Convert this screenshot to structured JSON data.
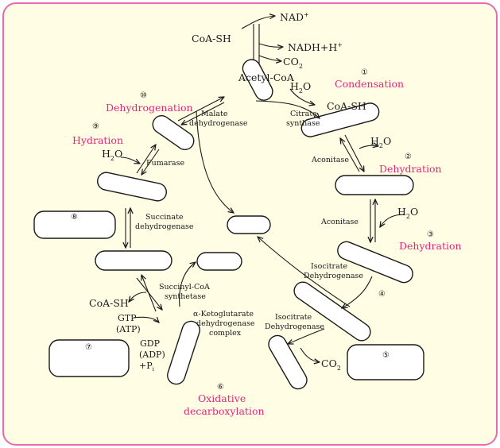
{
  "colors": {
    "frame_bg": "#fffde3",
    "frame_border": "#e86ab0",
    "step_text": "#e0267a",
    "ink": "#1a1a1a"
  },
  "labels": {
    "nad": "NAD",
    "nad_sup": "+",
    "nadh": "NADH+H",
    "nadh_sup": "+",
    "coash_top": "CoA-SH",
    "co2_top": "CO",
    "co2_top_sub": "2",
    "acetyl_coa": "Acetyl-CoA",
    "h2o_1": "H",
    "h2o_1_sub": "2",
    "h2o_1_o": "O",
    "coash_right": "CoA-SH",
    "citrate_synthase_1": "Citrate",
    "citrate_synthase_2": "synthase",
    "malate_dh_1": "Malate",
    "malate_dh_2": "dehydrogenase",
    "h2o_2": "H",
    "h2o_2_sub": "2",
    "h2o_2_o": "O",
    "aconitase_1": "Aconitase",
    "aconitase_2": "Aconitase",
    "h2o_3": "H",
    "h2o_3_sub": "2",
    "h2o_3_o": "O",
    "h2o_4": "H",
    "h2o_4_sub": "2",
    "h2o_4_o": "O",
    "fumarase": "Fumarase",
    "succinate_dh_1": "Succinate",
    "succinate_dh_2": "dehydrogenase",
    "succinyl_coa_synth_1": "Succinyl-CoA",
    "succinyl_coa_synth_2": "synthetase",
    "coash_left": "CoA-SH",
    "gtp": "GTP",
    "atp": "(ATP)",
    "gdp": "GDP",
    "adp": "(ADP)",
    "pi": "+P",
    "pi_sub": "i",
    "akg_dh_1": "α-Ketoglutarate",
    "akg_dh_2": "dehydrogenase",
    "akg_dh_3": "complex",
    "isocitrate_dh_a1": "Isocitrate",
    "isocitrate_dh_a2": "Dehydrogenase",
    "isocitrate_dh_b1": "Isocitrate",
    "isocitrate_dh_b2": "Dehydrogenase",
    "co2_bottom": "CO",
    "co2_bottom_sub": "2"
  },
  "steps": {
    "s1": {
      "number": "①",
      "name": "Condensation"
    },
    "s2": {
      "number": "②",
      "name": "Dehydration"
    },
    "s3": {
      "number": "③",
      "name": "Dehydration"
    },
    "s4": {
      "number": "④"
    },
    "s5": {
      "number": "⑤"
    },
    "s6": {
      "number": "⑥",
      "name_1": "Oxidative",
      "name_2": "decarboxylation"
    },
    "s7": {
      "number": "⑦"
    },
    "s8": {
      "number": "⑧"
    },
    "s9": {
      "number": "⑨",
      "name": "Hydration"
    },
    "s10": {
      "number": "⑩",
      "name": "Dehydrogenation"
    }
  }
}
